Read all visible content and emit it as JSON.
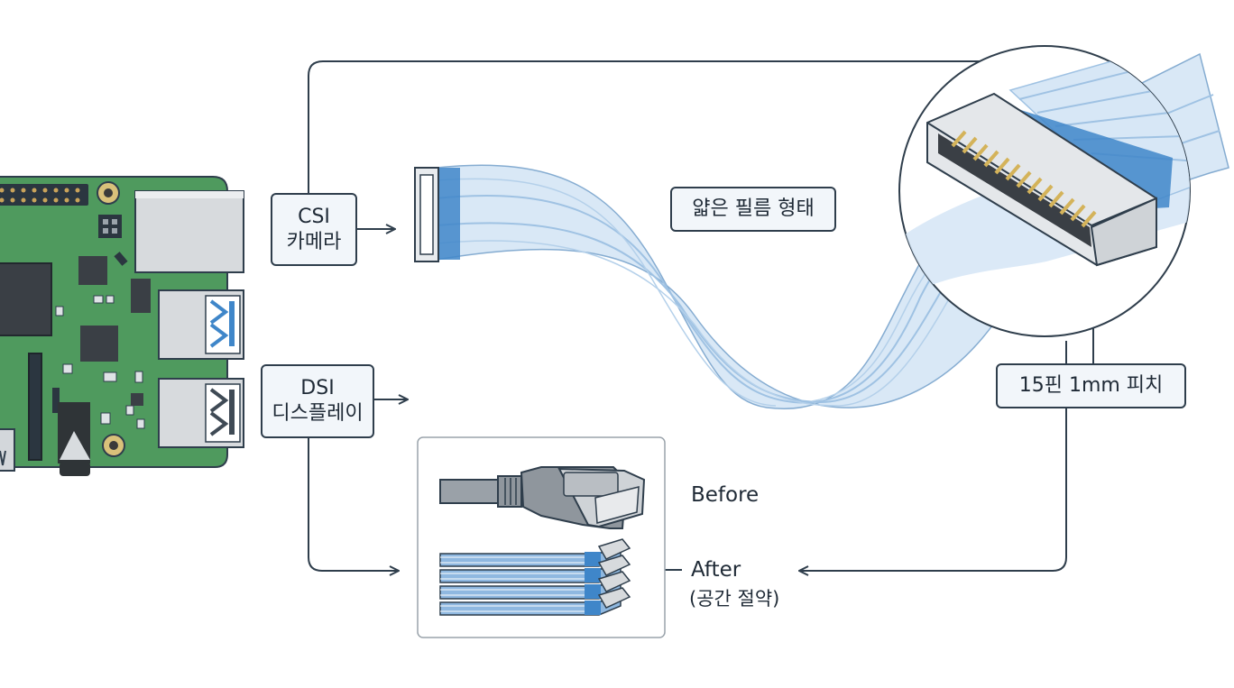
{
  "labels": {
    "csi_line1": "CSI",
    "csi_line2": "카메라",
    "dsi_line1": "DSI",
    "dsi_line2": "디스플레이",
    "thin_film": "얇은 필름 형태",
    "pitch": "15핀 1mm 피치",
    "before": "Before",
    "after": "After",
    "after_note": "(공간 절약)"
  },
  "colors": {
    "board_green": "#4f9a5e",
    "ribbon_blue": "#3f86c9",
    "outline": "#2f3e4c",
    "label_fill": "#f2f6fa"
  },
  "icons": {
    "board": "raspberry-pi-board-icon",
    "ribbon": "ffc-ribbon-cable-icon",
    "connector": "ffc-connector-magnified-icon",
    "old_cable": "round-cable-plug-icon",
    "stacked_ribbons": "stacked-ribbon-cables-icon"
  }
}
